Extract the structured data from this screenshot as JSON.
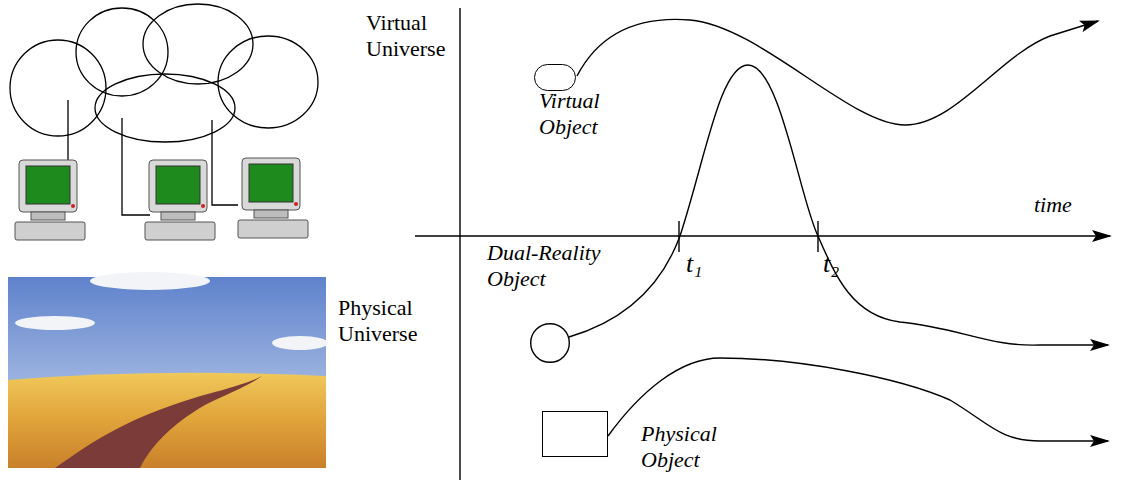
{
  "diagram": {
    "nodes": [
      {
        "text": [
          "Virtual Object"
        ]
      },
      {
        "text": [
          "Dual-Reality Object"
        ]
      },
      {
        "text": [
          "Physical Object"
        ]
      }
    ],
    "labels": [
      "Virtual Universe",
      "Physical Universe",
      "time",
      "t₁",
      "t₂"
    ]
  }
}
